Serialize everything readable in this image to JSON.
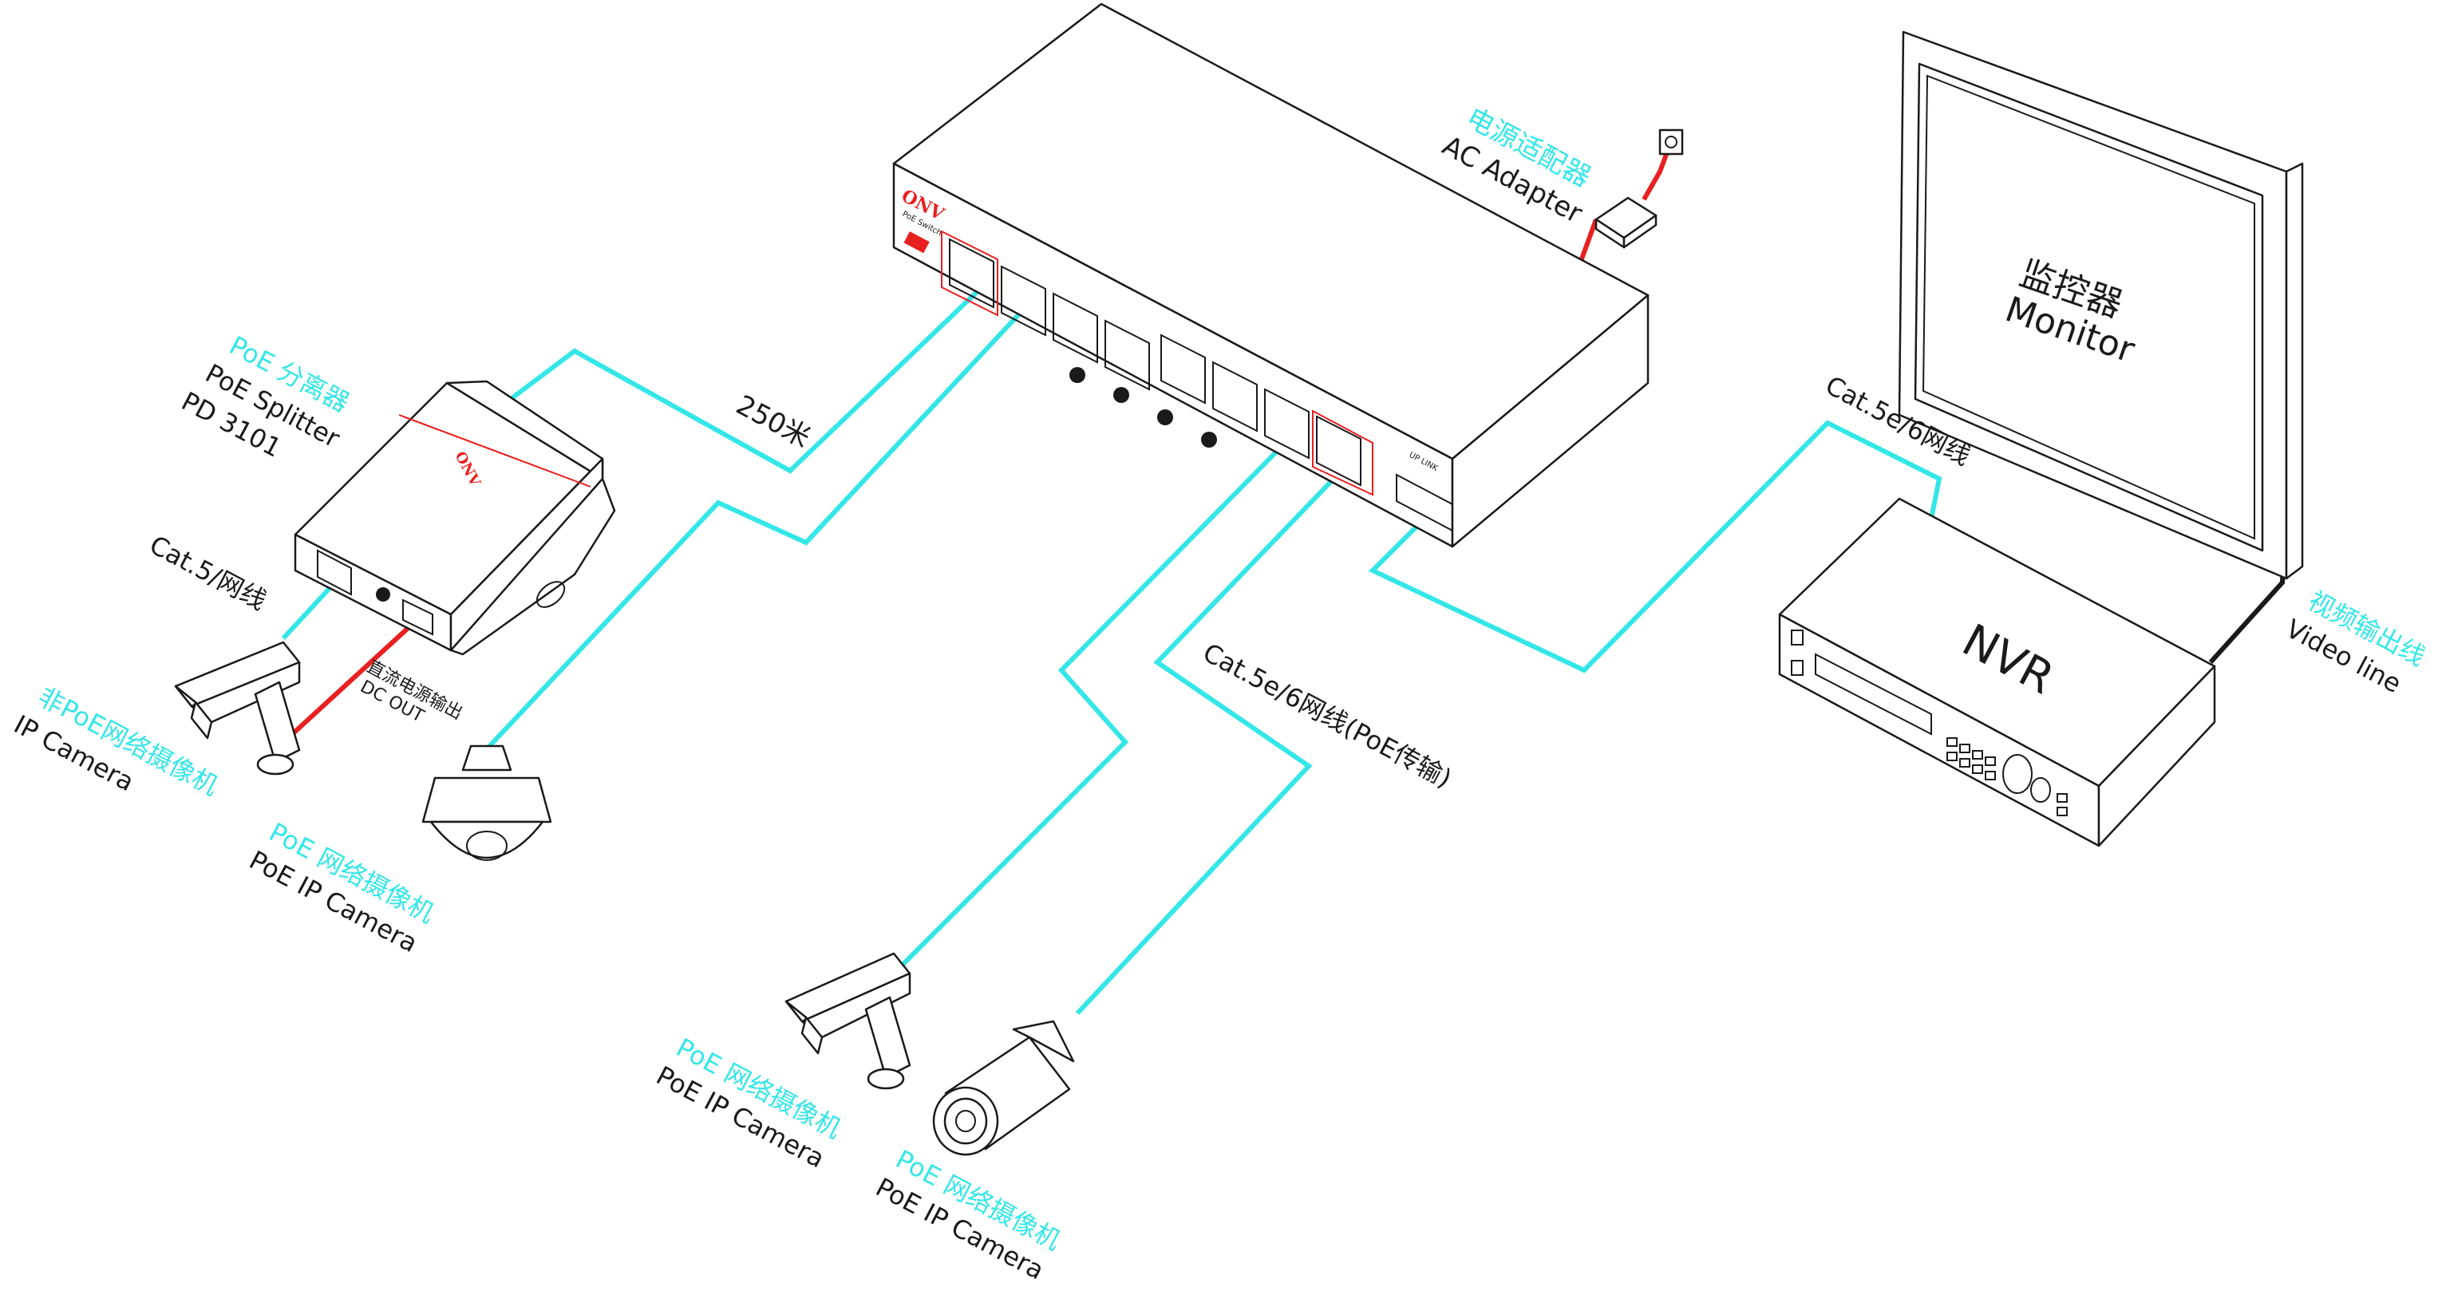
{
  "colors": {
    "cable": "#35E6E8",
    "power": "#E82020",
    "ink": "#1a1a1a",
    "label_cyan": "#35E6E8"
  },
  "switch": {
    "brand": "ONV",
    "model": "PoE Switch",
    "uplink_label": "UP LINK"
  },
  "splitter": {
    "brand": "ONV"
  },
  "nvr": {
    "label": "NVR"
  },
  "monitor": {
    "label_cn": "监控器",
    "label_en": "Monitor"
  },
  "labels": {
    "ac_adapter_cn": "电源适配器",
    "ac_adapter_en": "AC Adapter",
    "poe_splitter_cn": "PoE 分离器",
    "poe_splitter_en": "PoE Splitter",
    "poe_splitter_model": "PD 3101",
    "distance": "250米",
    "cat5": "Cat.5/网线",
    "dc_out_cn": "直流电源输出",
    "dc_out_en": "DC OUT",
    "non_poe_cam_cn": "非PoE网络摄像机",
    "non_poe_cam_en": "IP Camera",
    "poe_cam1_cn": "PoE 网络摄像机",
    "poe_cam1_en": "PoE IP Camera",
    "cat5e_poe": "Cat.5e/6网线(PoE传输)",
    "poe_cam2_cn": "PoE 网络摄像机",
    "poe_cam2_en": "PoE IP Camera",
    "poe_cam3_cn": "PoE 网络摄像机",
    "poe_cam3_en": "PoE IP Camera",
    "cat5e_nvr": "Cat.5e/6网线",
    "video_line_cn": "视频输出线",
    "video_line_en": "Video line"
  }
}
